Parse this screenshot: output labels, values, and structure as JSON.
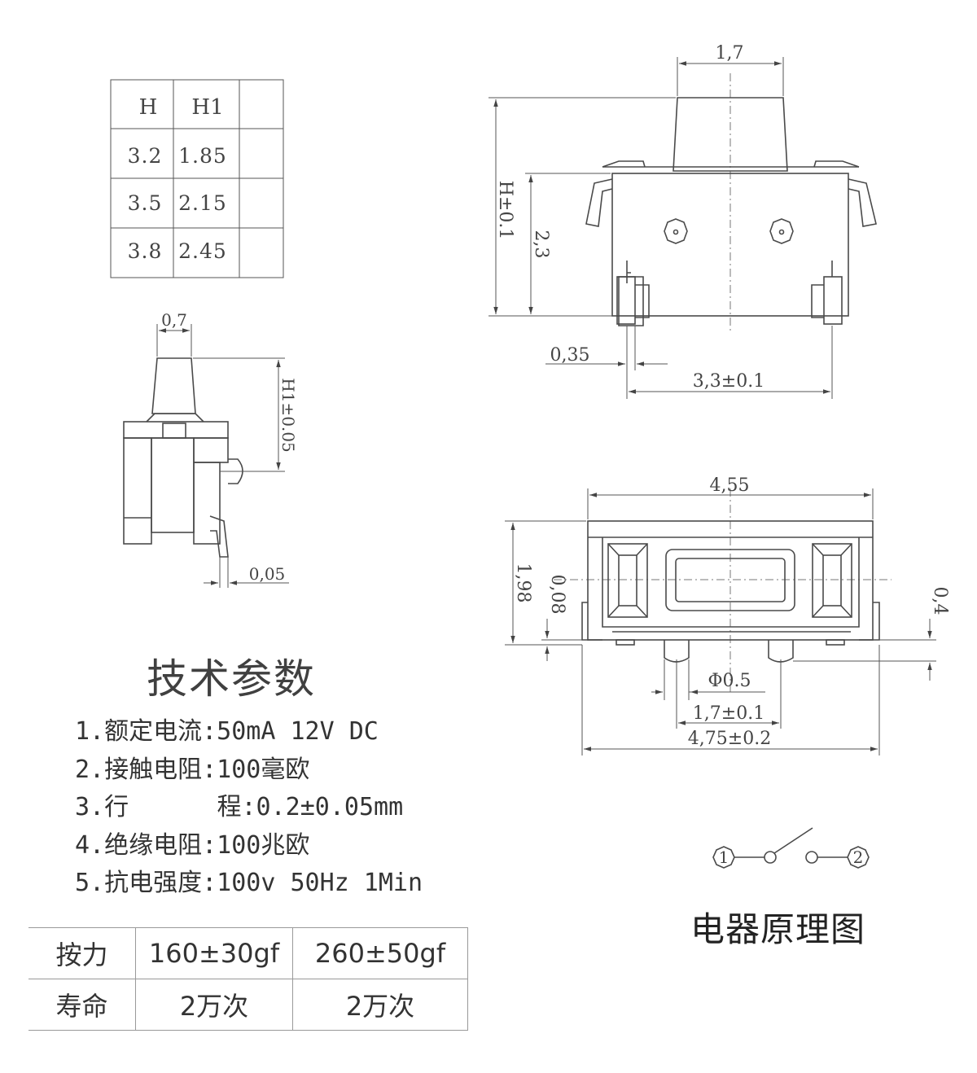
{
  "hh_table": {
    "headers": [
      "H",
      "H1"
    ],
    "rows": [
      [
        "3.2",
        "1.85"
      ],
      [
        "3.5",
        "2.15"
      ],
      [
        "3.8",
        "2.45"
      ]
    ]
  },
  "dims": {
    "front_top_width": "1,7",
    "front_height": "H±0.1",
    "front_body_height": "2,3",
    "front_pin_width": "0,35",
    "front_pin_span": "3,3±0.1",
    "side_top_width": "0,7",
    "side_height": "H1±0.05",
    "side_offset": "0,05",
    "bottom_width": "4,55",
    "bottom_height": "1,98",
    "bottom_small": "0,08",
    "bottom_right": "0,4",
    "bottom_dia": "Φ0.5",
    "bottom_pin_span": "1,7±0.1",
    "bottom_total": "4,75±0.2"
  },
  "params": {
    "title": "技术参数",
    "items": [
      "1.额定电流:50mA 12V DC",
      "2.接触电阻:100毫欧",
      "3.行      程:0.2±0.05mm",
      "4.绝缘电阻:100兆欧",
      "5.抗电强度:100v 50Hz 1Min"
    ]
  },
  "force_table": {
    "rows": [
      [
        "按力",
        "160±30gf",
        "260±50gf"
      ],
      [
        "寿命",
        "2万次",
        "2万次"
      ]
    ]
  },
  "circuit": {
    "pin1": "1",
    "pin2": "2",
    "title": "电器原理图"
  }
}
